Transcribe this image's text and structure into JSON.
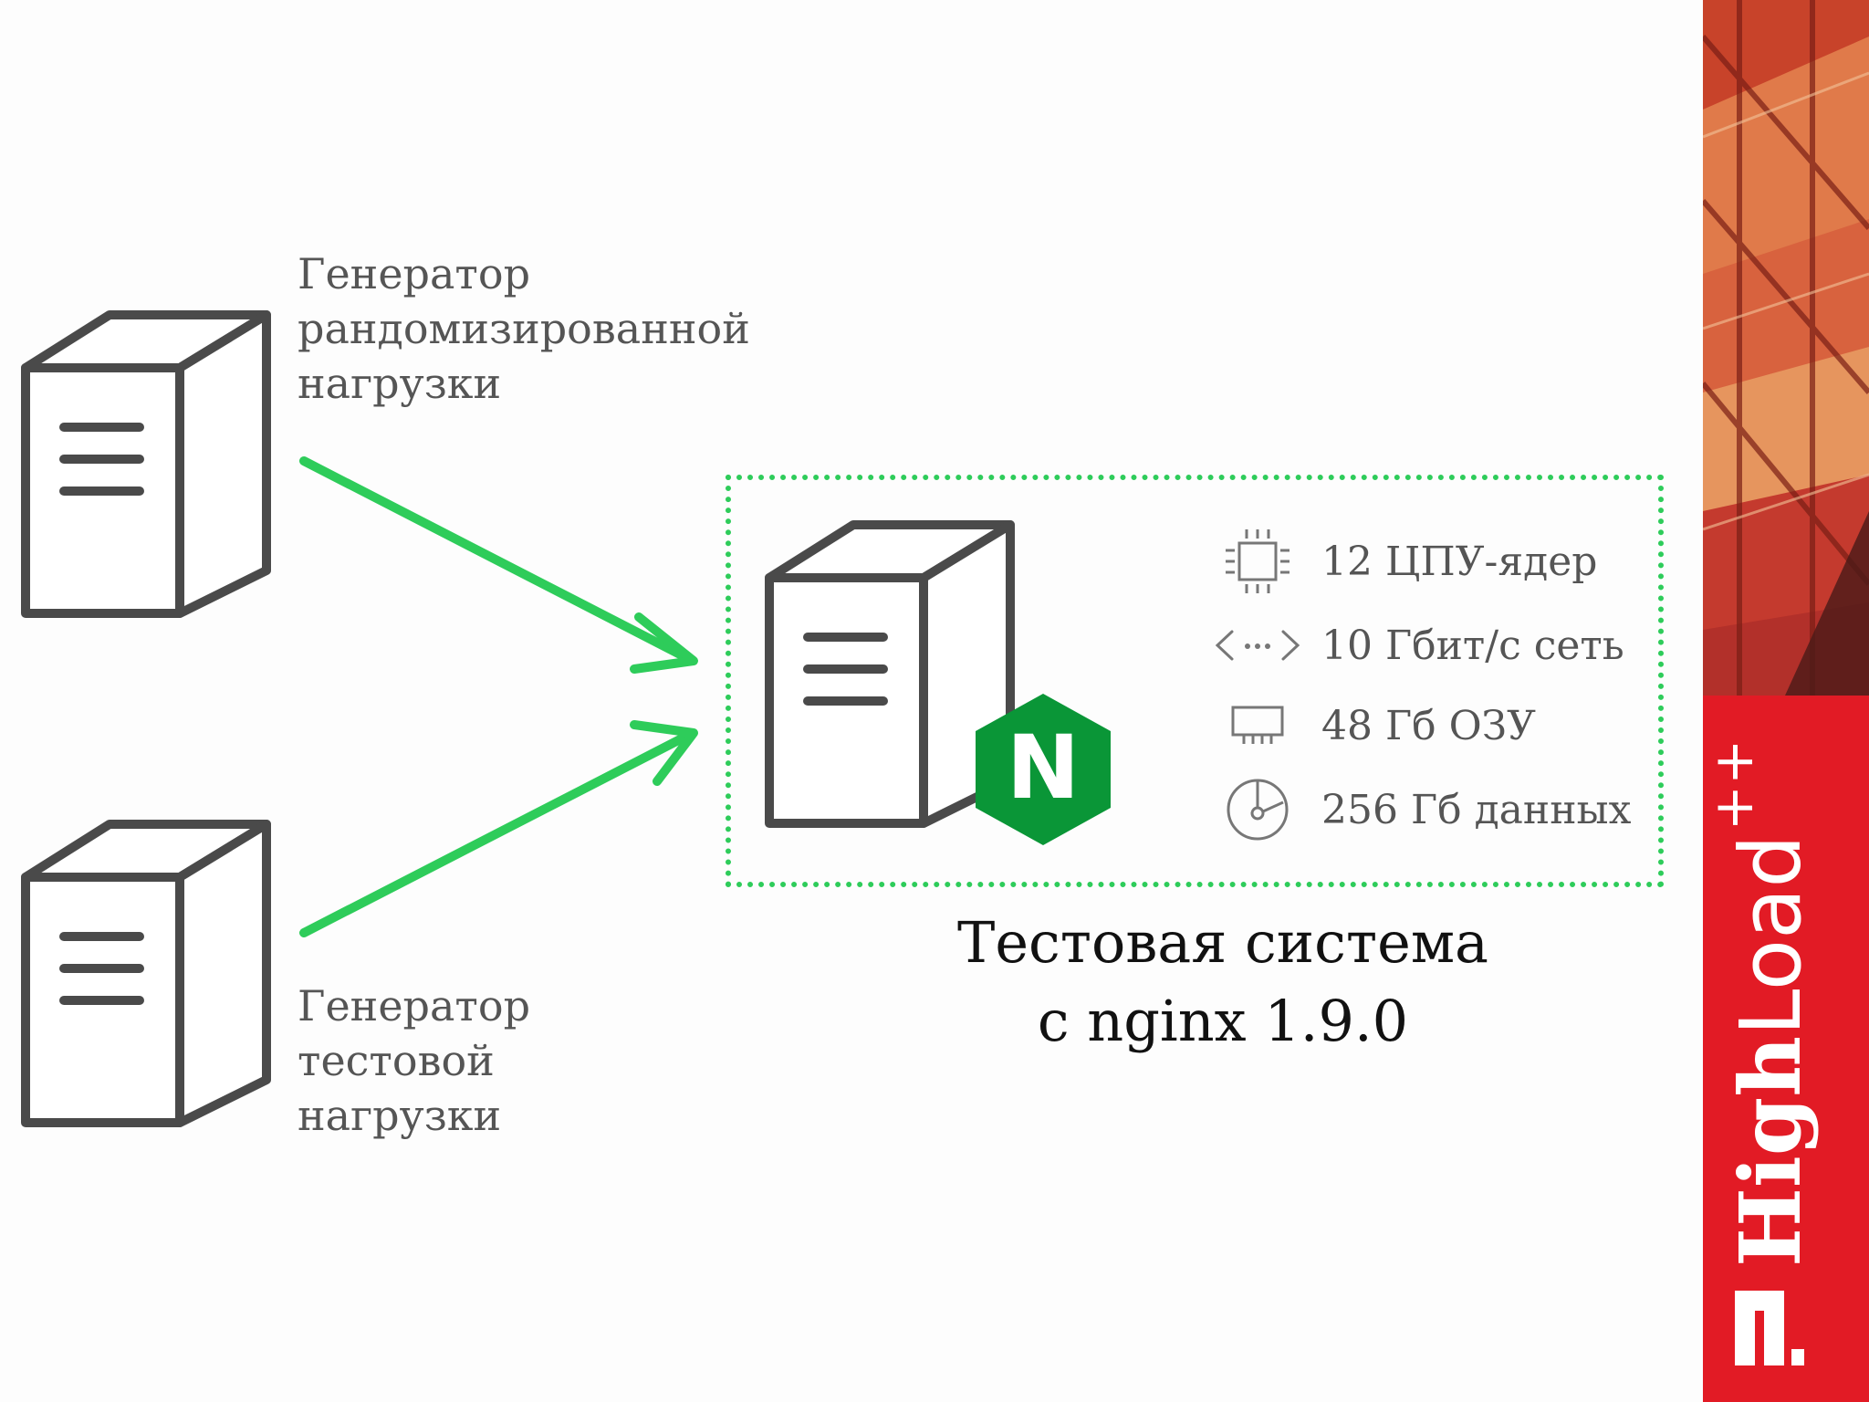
{
  "generators": [
    {
      "lines": [
        "Генератор",
        "рандомизированной",
        "нагрузки"
      ]
    },
    {
      "lines": [
        "Генератор",
        "тестовой",
        "нагрузки"
      ]
    }
  ],
  "test_system": {
    "caption_lines": [
      "Тестовая система",
      "с nginx 1.9.0"
    ],
    "specs": [
      {
        "icon": "cpu-icon",
        "text": "12 ЦПУ-ядер"
      },
      {
        "icon": "network-icon",
        "text": "10 Гбит/с сеть"
      },
      {
        "icon": "memory-icon",
        "text": "48 Гб ОЗУ"
      },
      {
        "icon": "disk-icon",
        "text": "256 Гб данных"
      }
    ],
    "nginx_badge_letter": "N"
  },
  "branding": {
    "high": "High",
    "load": "Load",
    "plus": "++"
  },
  "colors": {
    "arrow": "#2ecc5a",
    "server_stroke": "#4a4a4a",
    "nginx_green": "#0a9637",
    "brand_red": "#e21b25"
  }
}
